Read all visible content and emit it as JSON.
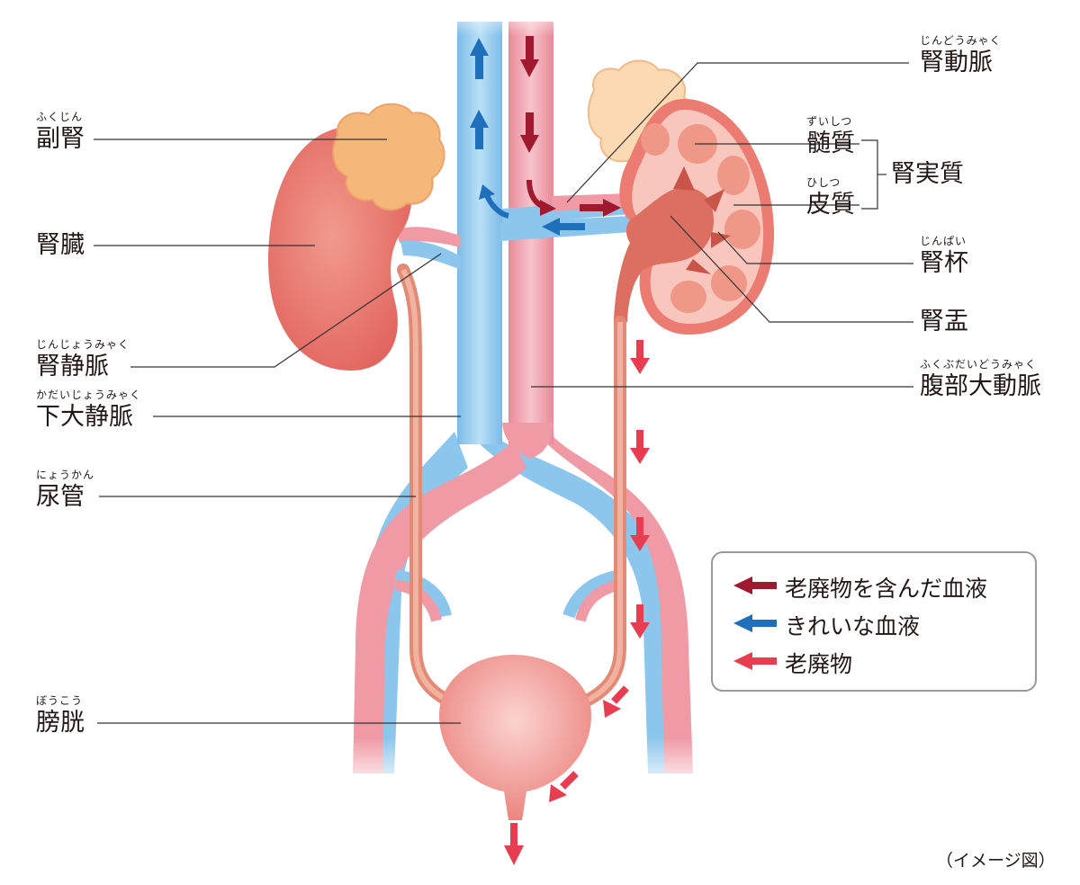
{
  "labels": {
    "adrenal": {
      "main": "副腎",
      "ruby": "ふくじん"
    },
    "kidney": {
      "main": "腎臓"
    },
    "renal_vein": {
      "main": "腎静脈",
      "ruby": "じんじょうみゃく"
    },
    "ivc": {
      "main": "下大静脈",
      "ruby": "かだいじょうみゃく"
    },
    "ureter": {
      "main": "尿管",
      "ruby": "にょうかん"
    },
    "bladder": {
      "main": "膀胱",
      "ruby": "ぼうこう"
    },
    "renal_artery": {
      "main": "腎動脈",
      "ruby": "じんどうみゃく"
    },
    "medulla": {
      "main": "髄質",
      "ruby": "ずいしつ"
    },
    "cortex": {
      "main": "皮質",
      "ruby": "ひしつ"
    },
    "parenchyma": {
      "main": "腎実質"
    },
    "calyx": {
      "main": "腎杯",
      "ruby": "じんぱい"
    },
    "pelvis": {
      "main": "腎盂"
    },
    "abdominal_aorta": {
      "main": "腹部大動脈",
      "ruby": "ふくぶだいどうみゃく"
    }
  },
  "legend": {
    "items": [
      {
        "label": "老廃物を含んだ血液",
        "color": "#a0192e"
      },
      {
        "label": "きれいな血液",
        "color": "#1f6fba"
      },
      {
        "label": "老廃物",
        "color": "#e83d50"
      }
    ]
  },
  "caption": "（イメージ図）",
  "colors": {
    "vein": "#8cc6ec",
    "artery": "#ef9aa5",
    "kidney": "#ec7b72",
    "adrenal": "#f6b77a",
    "ureter": "#e7967f",
    "waste_arrow": "#e83d50",
    "dirty_arrow": "#a0192e",
    "clean_arrow": "#1f6fba"
  }
}
